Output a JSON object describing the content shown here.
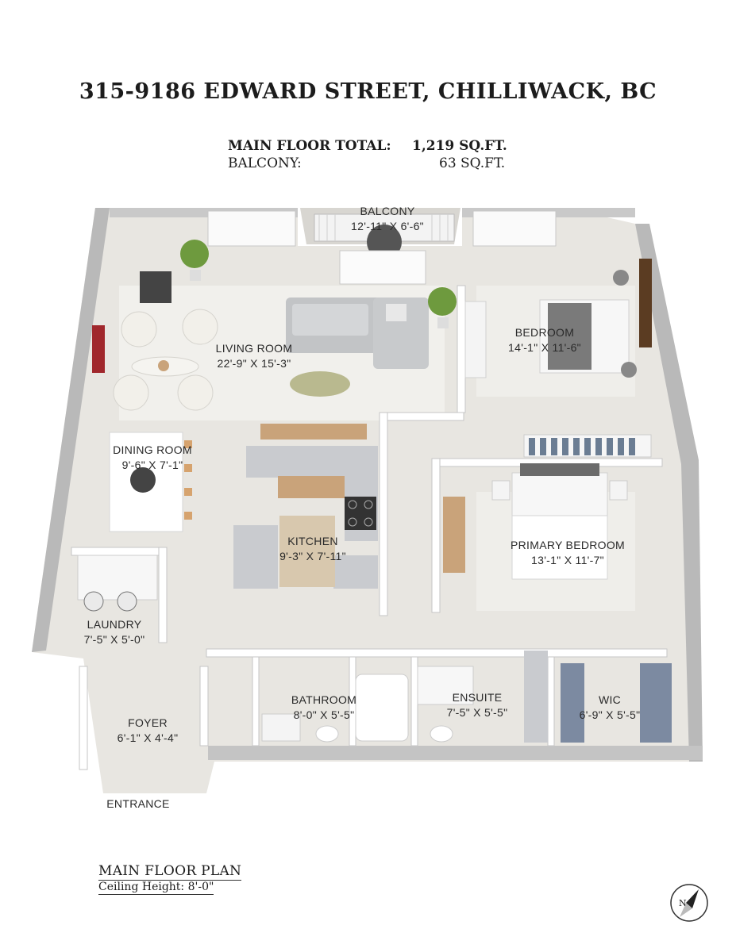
{
  "header": {
    "address": "315-9186 EDWARD STREET, CHILLIWACK, BC",
    "main_floor_label": "MAIN FLOOR TOTAL:",
    "main_floor_value": "1,219 SQ.FT.",
    "balcony_label": "BALCONY:",
    "balcony_value": "63 SQ.FT."
  },
  "rooms": {
    "balcony": {
      "name": "BALCONY",
      "size": "12'-11\" X 6'-6\""
    },
    "living_room": {
      "name": "LIVING ROOM",
      "size": "22'-9\" X 15'-3\""
    },
    "bedroom": {
      "name": "BEDROOM",
      "size": "14'-1\" X 11'-6\""
    },
    "dining_room": {
      "name": "DINING ROOM",
      "size": "9'-6\" X 7'-1\""
    },
    "kitchen": {
      "name": "KITCHEN",
      "size": "9'-3\" X 7'-11\""
    },
    "primary_bedroom": {
      "name": "PRIMARY BEDROOM",
      "size": "13'-1\" X 11'-7\""
    },
    "laundry": {
      "name": "LAUNDRY",
      "size": "7'-5\" X 5'-0\""
    },
    "bathroom": {
      "name": "BATHROOM",
      "size": "8'-0\" X 5'-5\""
    },
    "ensuite": {
      "name": "ENSUITE",
      "size": "7'-5\" X 5'-5\""
    },
    "wic": {
      "name": "WIC",
      "size": "6'-9\" X 5'-5\""
    },
    "foyer": {
      "name": "FOYER",
      "size": "6'-1\" X 4'-4\""
    },
    "entrance": {
      "name": "ENTRANCE"
    }
  },
  "footer": {
    "plan_title": "MAIN FLOOR PLAN",
    "ceiling_height": "Ceiling Height: 8'-0\""
  },
  "compass": {
    "letter": "N"
  },
  "colors": {
    "wall": "#b9b9b9",
    "wall_top": "#ffffff",
    "floor": "#e8e6e1",
    "rug": "#f1f0ec",
    "wood": "#c9a37a",
    "sofa": "#c2c4c6",
    "text": "#2a2a2a"
  }
}
